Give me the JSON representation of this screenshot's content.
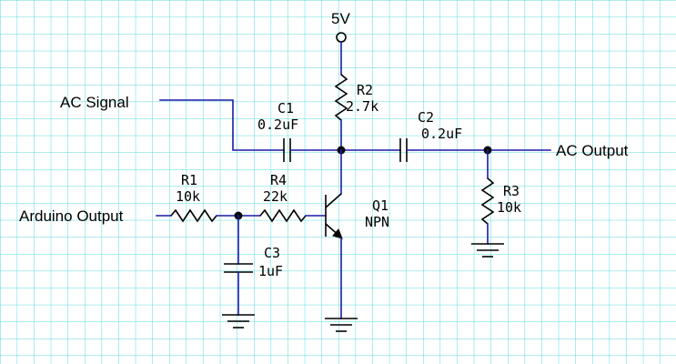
{
  "colors": {
    "background": "#ffffff",
    "grid": "#59d9d9",
    "wire": "#1a1aa6",
    "component": "#000000"
  },
  "labels": {
    "supply": "5V",
    "ac_signal": "AC Signal",
    "ac_output": "AC Output",
    "arduino_output": "Arduino Output"
  },
  "components": {
    "r1": {
      "ref": "R1",
      "value": "10k"
    },
    "r2": {
      "ref": "R2",
      "value": "2.7k"
    },
    "r3": {
      "ref": "R3",
      "value": "10k"
    },
    "r4": {
      "ref": "R4",
      "value": "22k"
    },
    "c1": {
      "ref": "C1",
      "value": "0.2uF"
    },
    "c2": {
      "ref": "C2",
      "value": "0.2uF"
    },
    "c3": {
      "ref": "C3",
      "value": "1uF"
    },
    "q1": {
      "ref": "Q1",
      "type": "NPN"
    }
  }
}
